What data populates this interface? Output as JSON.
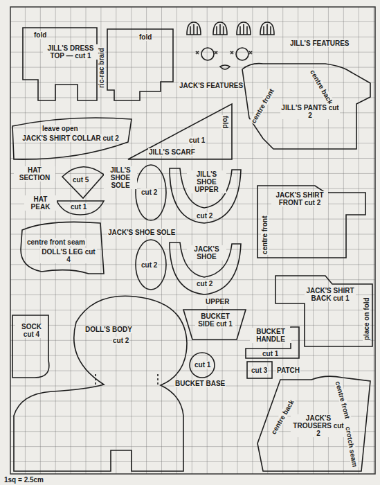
{
  "diagram": {
    "nodes": [
      {
        "text": [
          "fold",
          "JILL'S DRESS TOP — cut 1",
          "ric-rac braid",
          "fold"
        ]
      },
      {
        "text": [
          "centre front",
          "centre back",
          "JILL'S PANTS cut 2"
        ]
      },
      {
        "text": [
          "leave open",
          "JACK'S SHIRT COLLAR cut 2"
        ]
      },
      {
        "text": [
          "fold",
          "cut 1",
          "JILL'S SCARF"
        ]
      },
      {
        "text": [
          "HAT SECTION",
          "cut 5"
        ]
      },
      {
        "text": [
          "JILL'S SHOE SOLE",
          "cut 2"
        ]
      },
      {
        "text": [
          "JILL'S SHOE UPPER",
          "cut 2"
        ]
      },
      {
        "text": [
          "HAT PEAK",
          "cut 1"
        ]
      },
      {
        "text": [
          "JACK'S SHIRT FRONT cut 2",
          "centre front"
        ]
      },
      {
        "text": [
          "centre front seam",
          "DOLL'S LEG cut 4"
        ]
      },
      {
        "text": [
          "JACK'S SHOE SOLE",
          "cut 2"
        ]
      },
      {
        "text": [
          "JACK'S SHOE",
          "cut 2",
          "UPPER"
        ]
      },
      {
        "text": [
          "JACK'S SHIRT BACK cut 1",
          "place on fold"
        ]
      },
      {
        "text": [
          "SOCK cut 4"
        ]
      },
      {
        "text": [
          "DOLL'S BODY",
          "cut 2"
        ]
      },
      {
        "text": [
          "BUCKET SIDE cut 1"
        ]
      },
      {
        "text": [
          "BUCKET HANDLE",
          "cut 1"
        ]
      },
      {
        "text": [
          "cut 1",
          "BUCKET BASE"
        ]
      },
      {
        "text": [
          "cut 3",
          "PATCH"
        ]
      },
      {
        "text": [
          "centre back",
          "JACK'S TROUSERS cut 2",
          "centre front",
          "crotch seam"
        ]
      }
    ],
    "labels": [
      "JILL'S FEATURES",
      "JACK'S FEATURES",
      "1sq = 2.5cm"
    ]
  }
}
